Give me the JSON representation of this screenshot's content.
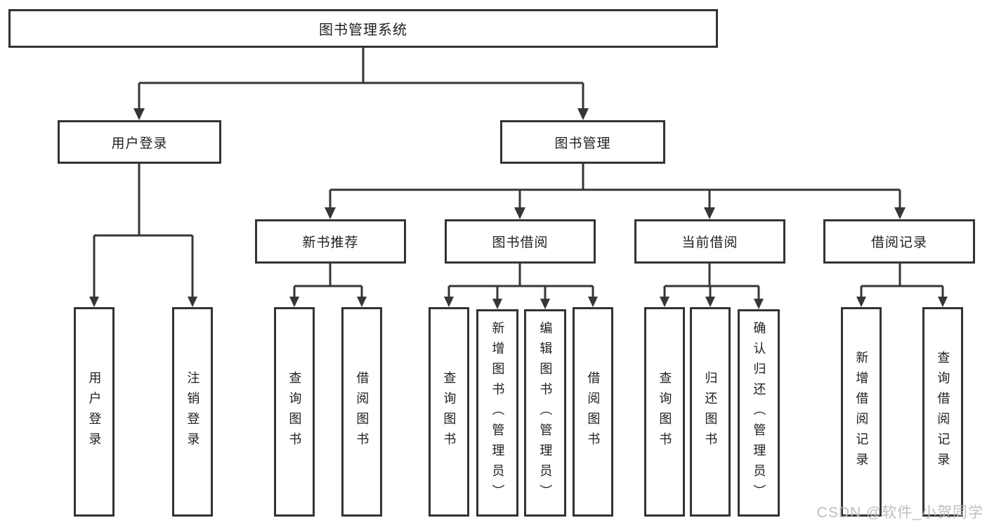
{
  "title": "图书管理系统",
  "colors": {
    "line": "#363636",
    "box_border": "#333333",
    "box_bg": "#ffffff",
    "text": "#1f1f1f",
    "watermark": "#bababa"
  },
  "tree": {
    "root": {
      "label": "图书管理系统",
      "children": [
        {
          "label": "用户登录",
          "children": [
            {
              "label": "用户登录"
            },
            {
              "label": "注销登录"
            }
          ]
        },
        {
          "label": "图书管理",
          "children": [
            {
              "label": "新书推荐",
              "children": [
                {
                  "label": "查询图书"
                },
                {
                  "label": "借阅图书"
                }
              ]
            },
            {
              "label": "图书借阅",
              "children": [
                {
                  "label": "查询图书"
                },
                {
                  "label": "新增图书（管理员）"
                },
                {
                  "label": "编辑图书（管理员）"
                },
                {
                  "label": "借阅图书"
                }
              ]
            },
            {
              "label": "当前借阅",
              "children": [
                {
                  "label": "查询图书"
                },
                {
                  "label": "归还图书"
                },
                {
                  "label": "确认归还（管理员）"
                }
              ]
            },
            {
              "label": "借阅记录",
              "children": [
                {
                  "label": "新增借阅记录"
                },
                {
                  "label": "查询借阅记录"
                }
              ]
            }
          ]
        }
      ]
    }
  },
  "watermark": {
    "text": "CSDN @软件_小贺同学"
  }
}
